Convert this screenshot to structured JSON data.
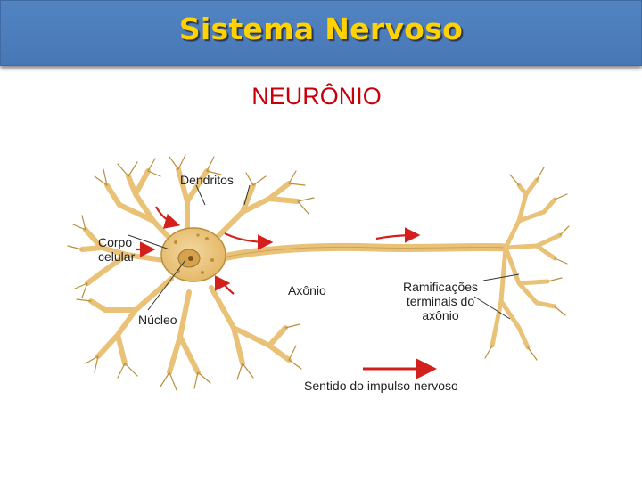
{
  "slide": {
    "title": "Sistema Nervoso",
    "subtitle": "NEURÔNIO"
  },
  "figure": {
    "labels": {
      "dendritos": "Dendritos",
      "corpo_celular_line1": "Corpo",
      "corpo_celular_line2": "celular",
      "nucleo": "Núcleo",
      "axonio": "Axônio",
      "ramificacoes_line1": "Ramificações",
      "ramificacoes_line2": "terminais do",
      "ramificacoes_line3": "axônio",
      "legend": "Sentido do impulso nervoso"
    },
    "colors": {
      "neuron_fill": "#e9c277",
      "neuron_stroke": "#b98f3c",
      "arrow": "#d3201c",
      "title_bar": "#4f81bd",
      "title_text": "#ffd200",
      "subtitle_text": "#c8000c"
    }
  }
}
